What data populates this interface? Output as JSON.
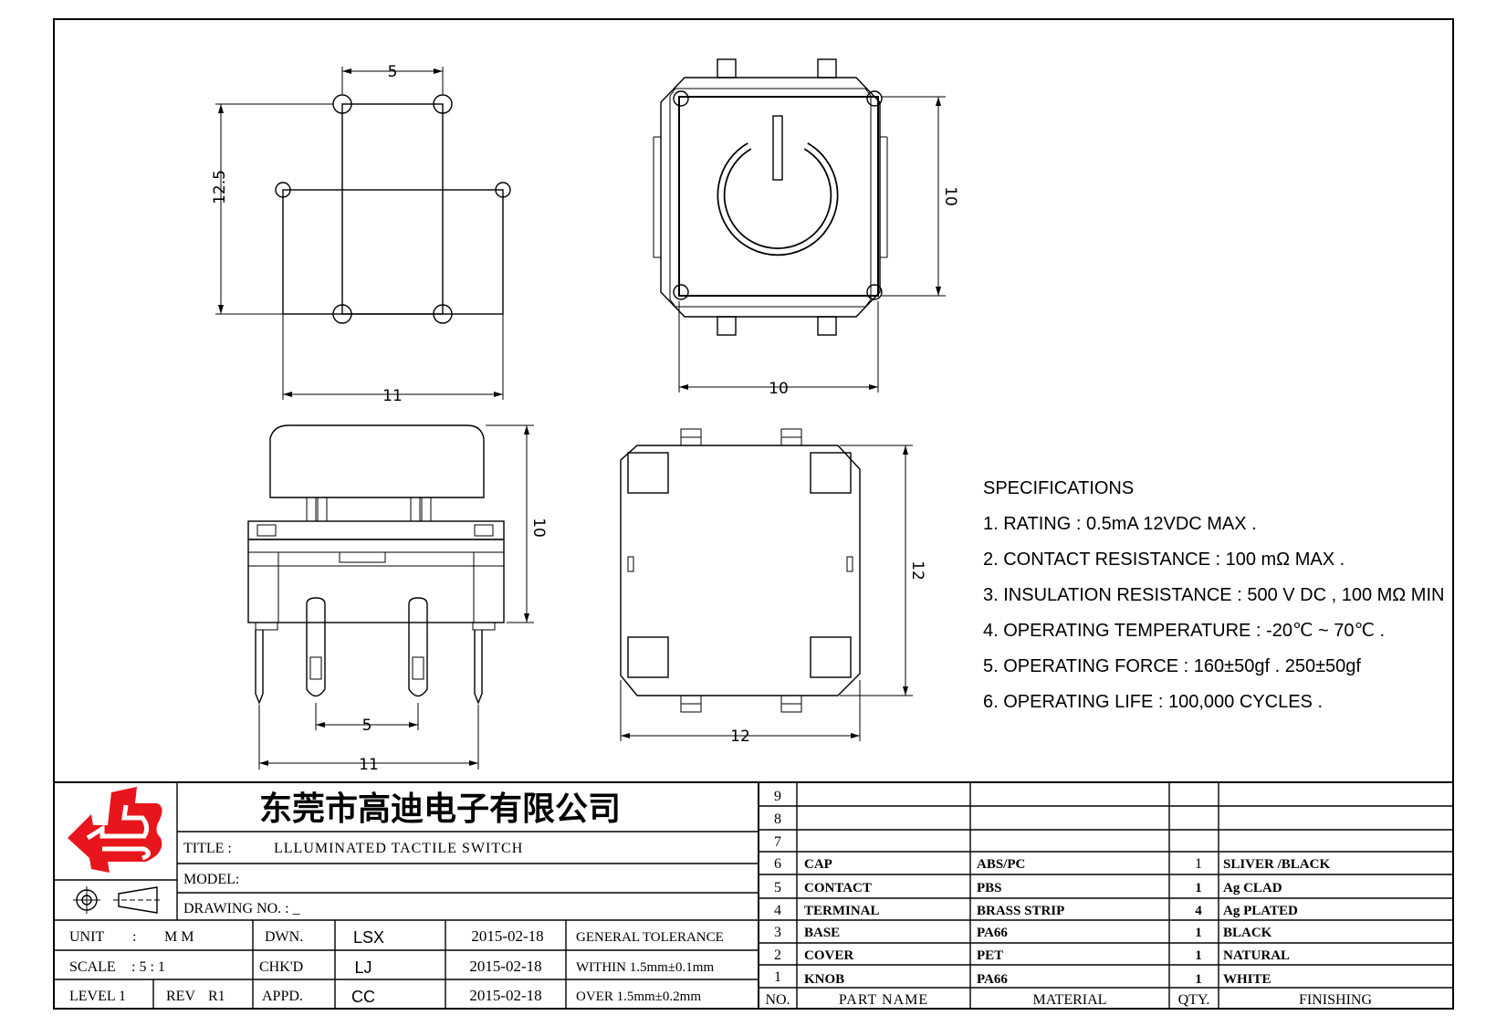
{
  "dimensions": {
    "top_left_width_5": "5",
    "top_left_height_12_5": "12.5",
    "top_left_width_11": "11",
    "top_right_height_10": "10",
    "top_right_width_10": "10",
    "side_height_10": "10",
    "side_width_5": "5",
    "side_width_11": "11",
    "bottom_height_12": "12",
    "bottom_width_12": "12"
  },
  "specifications": {
    "heading": "SPECIFICATIONS",
    "items": [
      "1. RATING : 0.5mA 12VDC MAX .",
      "2. CONTACT RESISTANCE : 100 mΩ MAX .",
      "3. INSULATION RESISTANCE : 500 V DC , 100 MΩ MIN",
      "4. OPERATING TEMPERATURE : -20℃ ~ 70℃ .",
      "5. OPERATING FORCE : 160±50gf . 250±50gf",
      "6. OPERATING LIFE : 100,000 CYCLES ."
    ]
  },
  "title_block": {
    "company": "东莞市高迪电子有限公司",
    "title_label": "TITLE :",
    "title_value": "LLLUMINATED TACTILE SWITCH",
    "model_label": "MODEL:",
    "drawing_no_label": "DRAWING NO. : _",
    "unit_label": "UNIT",
    "unit_sep": ":",
    "unit_value": "M M",
    "scale_label": "SCALE",
    "scale_value": ": 5 : 1",
    "level_label": "LEVEL 1",
    "rev_label": "REV",
    "rev_value": "R1",
    "dwn_label": "DWN.",
    "chkd_label": "CHK'D",
    "appd_label": "APPD.",
    "dwn_name": "LSX",
    "chkd_name": "LJ",
    "appd_name": "CC",
    "dwn_date": "2015-02-18",
    "chkd_date": "2015-02-18",
    "appd_date": "2015-02-18",
    "tolerance_label": "GENERAL TOLERANCE",
    "tolerance_within": "WITHIN 1.5mm±0.1mm",
    "tolerance_over": "OVER  1.5mm±0.2mm"
  },
  "parts_list": {
    "headers": [
      "NO.",
      "PART NAME",
      "MATERIAL",
      "QTY.",
      "FINISHING"
    ],
    "rows": [
      {
        "no": "9",
        "name": "",
        "material": "",
        "qty": "",
        "finishing": ""
      },
      {
        "no": "8",
        "name": "",
        "material": "",
        "qty": "",
        "finishing": ""
      },
      {
        "no": "7",
        "name": "",
        "material": "",
        "qty": "",
        "finishing": ""
      },
      {
        "no": "6",
        "name": "CAP",
        "material": "ABS/PC",
        "qty": "1",
        "finishing": "SLIVER /BLACK"
      },
      {
        "no": "5",
        "name": "CONTACT",
        "material": "PBS",
        "qty": "1",
        "finishing": "Ag CLAD"
      },
      {
        "no": "4",
        "name": "TERMINAL",
        "material": "BRASS STRIP",
        "qty": "4",
        "finishing": "Ag PLATED"
      },
      {
        "no": "3",
        "name": "BASE",
        "material": "PA66",
        "qty": "1",
        "finishing": "BLACK"
      },
      {
        "no": "2",
        "name": "COVER",
        "material": "PET",
        "qty": "1",
        "finishing": "NATURAL"
      },
      {
        "no": "1",
        "name": "KNOB",
        "material": "PA66",
        "qty": "1",
        "finishing": "WHITE"
      }
    ]
  },
  "colors": {
    "logo_red": "#e8161c",
    "line": "#000000"
  },
  "icons": {
    "logo": "company-logo-icon",
    "projection_symbol": "third-angle-projection-icon"
  }
}
